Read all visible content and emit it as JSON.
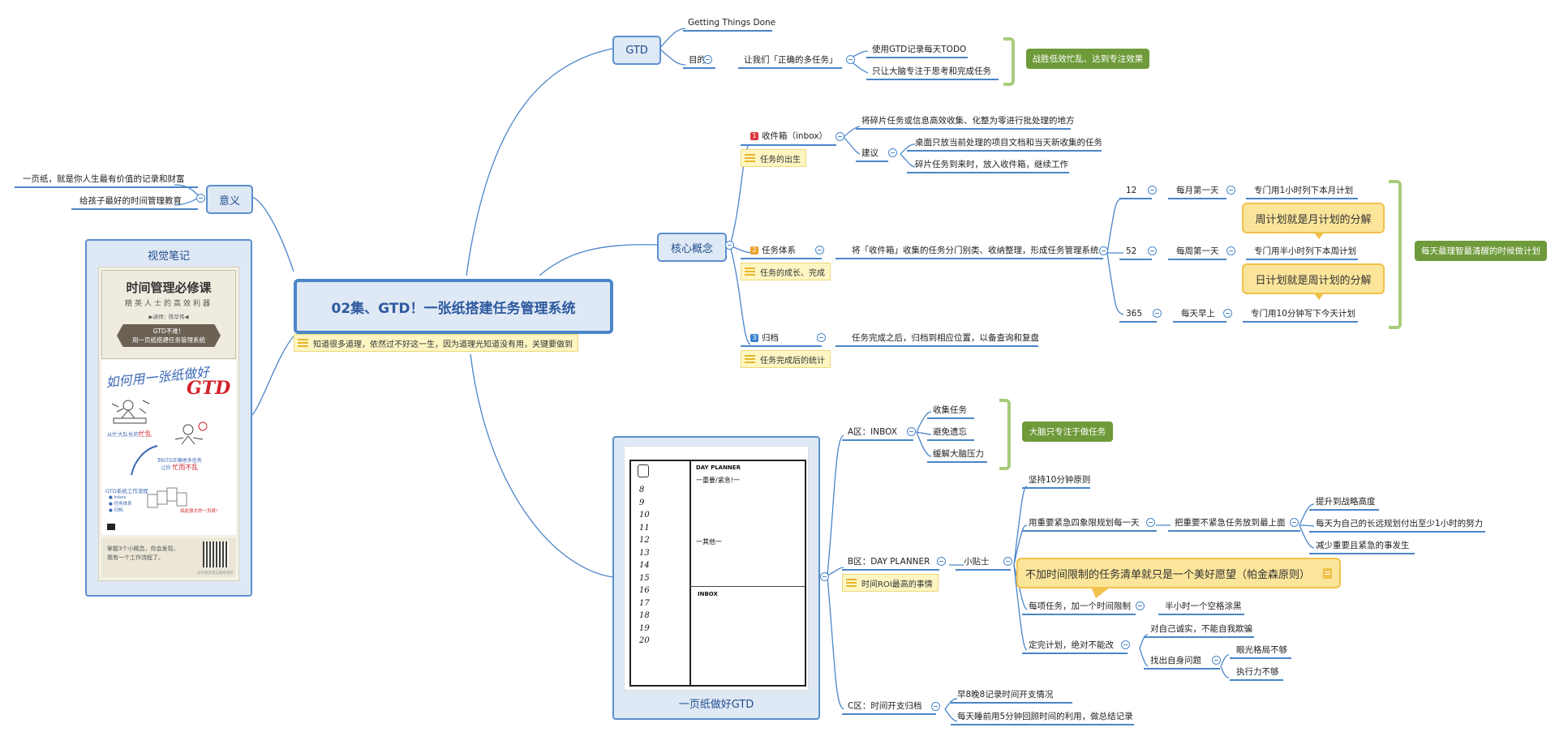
{
  "root": {
    "title": "02集、GTD！一张纸搭建任务管理系统",
    "note": "知道很多道理，依然过不好这一生，因为道理光知道没有用，关键要做到"
  },
  "meaning": {
    "label": "意义",
    "items": [
      "一页纸，就是你人生最有价值的记录和财富",
      "给孩子最好的时间管理教育"
    ]
  },
  "visual_notes": {
    "label": "视觉笔记",
    "poster": {
      "title": "时间管理必修课",
      "subtitle": "精英人士的高效利器",
      "lecturer": "▶讲师：陈华伟◀",
      "banner_line1": "GTD不难！",
      "banner_line2": "用一页纸搭建任务管理系统",
      "handwrite": "如何用一张纸做好",
      "handwrite_big": "GTD",
      "busy_caption": "从忙大队长的",
      "busy_word": "忙乱",
      "calm_caption1": "到GTD正确地多任务",
      "calm_caption2": "让你",
      "calm_word": "忙而不乱",
      "flow_title": "GTD系统工作流程",
      "flow_items": [
        "Inbox",
        "任务体系",
        "归档"
      ],
      "strong_caption": "如此强大的一页纸!",
      "footer_line1": "掌握3个小概念，你会发现，",
      "footer_line2": "我有一个工作流程了。",
      "credit": "必刻视觉笔记教练课堂"
    }
  },
  "gtd": {
    "label": "GTD",
    "full_name": "Getting Things Done",
    "purpose_label": "目的",
    "purpose_text": "让我们「正确的多任务」",
    "purpose_items": [
      "使用GTD记录每天TODO",
      "只让大脑专注于思考和完成任务"
    ],
    "summary": "战胜低效忙乱、达到专注效果"
  },
  "core": {
    "label": "核心概念",
    "inbox": {
      "num": "1",
      "label": "收件箱（inbox）",
      "note": "任务的出生",
      "desc": "将碎片任务或信息高效收集、化整为零进行批处理的地方",
      "advice_label": "建议",
      "advice": [
        "桌面只放当前处理的项目文档和当天新收集的任务",
        "碎片任务到来时，放入收件箱，继续工作"
      ]
    },
    "system": {
      "num": "2",
      "label": "任务体系",
      "note": "任务的成长、完成",
      "desc": "将「收件箱」收集的任务分门别类、收纳整理，形成任务管理系统",
      "rows": [
        {
          "num": "12",
          "when": "每月第一天",
          "what": "专门用1小时列下本月计划"
        },
        {
          "num": "52",
          "when": "每周第一天",
          "what": "专门用半小时列下本周计划"
        },
        {
          "num": "365",
          "when": "每天早上",
          "what": "专门用10分钟写下今天计划"
        }
      ],
      "callouts": [
        "周计划就是月计划的分解",
        "日计划就是周计划的分解"
      ],
      "summary": "每天最理智最清醒的时候做计划"
    },
    "archive": {
      "num": "3",
      "label": "归档",
      "note": "任务完成后的统计",
      "desc": "任务完成之后，归档到相应位置，以备查询和复盘"
    }
  },
  "page": {
    "label": "一页纸做好GTD",
    "planner": {
      "hours": [
        "8",
        "9",
        "10",
        "11",
        "12",
        "13",
        "14",
        "15",
        "16",
        "17",
        "18",
        "19",
        "20"
      ],
      "day_planner": "DAY PLANNER",
      "top_line": "一重要/紧急!一",
      "mid_line": "一其他一",
      "inbox": "INBOX"
    },
    "zone_a": {
      "label": "A区：INBOX",
      "items": [
        "收集任务",
        "避免遗忘",
        "缓解大脑压力"
      ],
      "summary": "大脑只专注于做任务"
    },
    "zone_b": {
      "label": "B区：DAY PLANNER",
      "note": "时间ROI最高的事情",
      "tips_label": "小贴士",
      "tip1": "坚持10分钟原则",
      "tip2": "用重要紧急四象限规划每一天",
      "tip2_sub": "把重要不紧急任务放到最上面",
      "tip2_items": [
        "提升到战略高度",
        "每天为自己的长远规划付出至少1小时的努力",
        "减少重要且紧急的事发生"
      ],
      "quote": "不加时间限制的任务清单就只是一个美好愿望（帕金森原则）",
      "tip3": "每项任务，加一个时间限制",
      "tip3_sub": "半小时一个空格涂黑",
      "tip4": "定完计划，绝对不能改",
      "tip4_items": [
        "对自己诚实，不能自我欺骗",
        "找出自身问题"
      ],
      "tip4_sub_items": [
        "眼光格局不够",
        "执行力不够"
      ]
    },
    "zone_c": {
      "label": "C区：时间开支归档",
      "items": [
        "早8晚8记录时间开支情况",
        "每天睡前用5分钟回顾时间的利用，做总结记录"
      ]
    }
  },
  "colors": {
    "line": "#4a86c8",
    "node_fill": "#dfe8f5",
    "summary_green": "#6e9a3a",
    "brace": "#a8cc7b",
    "note_yellow": "#fdf6c3",
    "callout": "#fbe59a"
  }
}
